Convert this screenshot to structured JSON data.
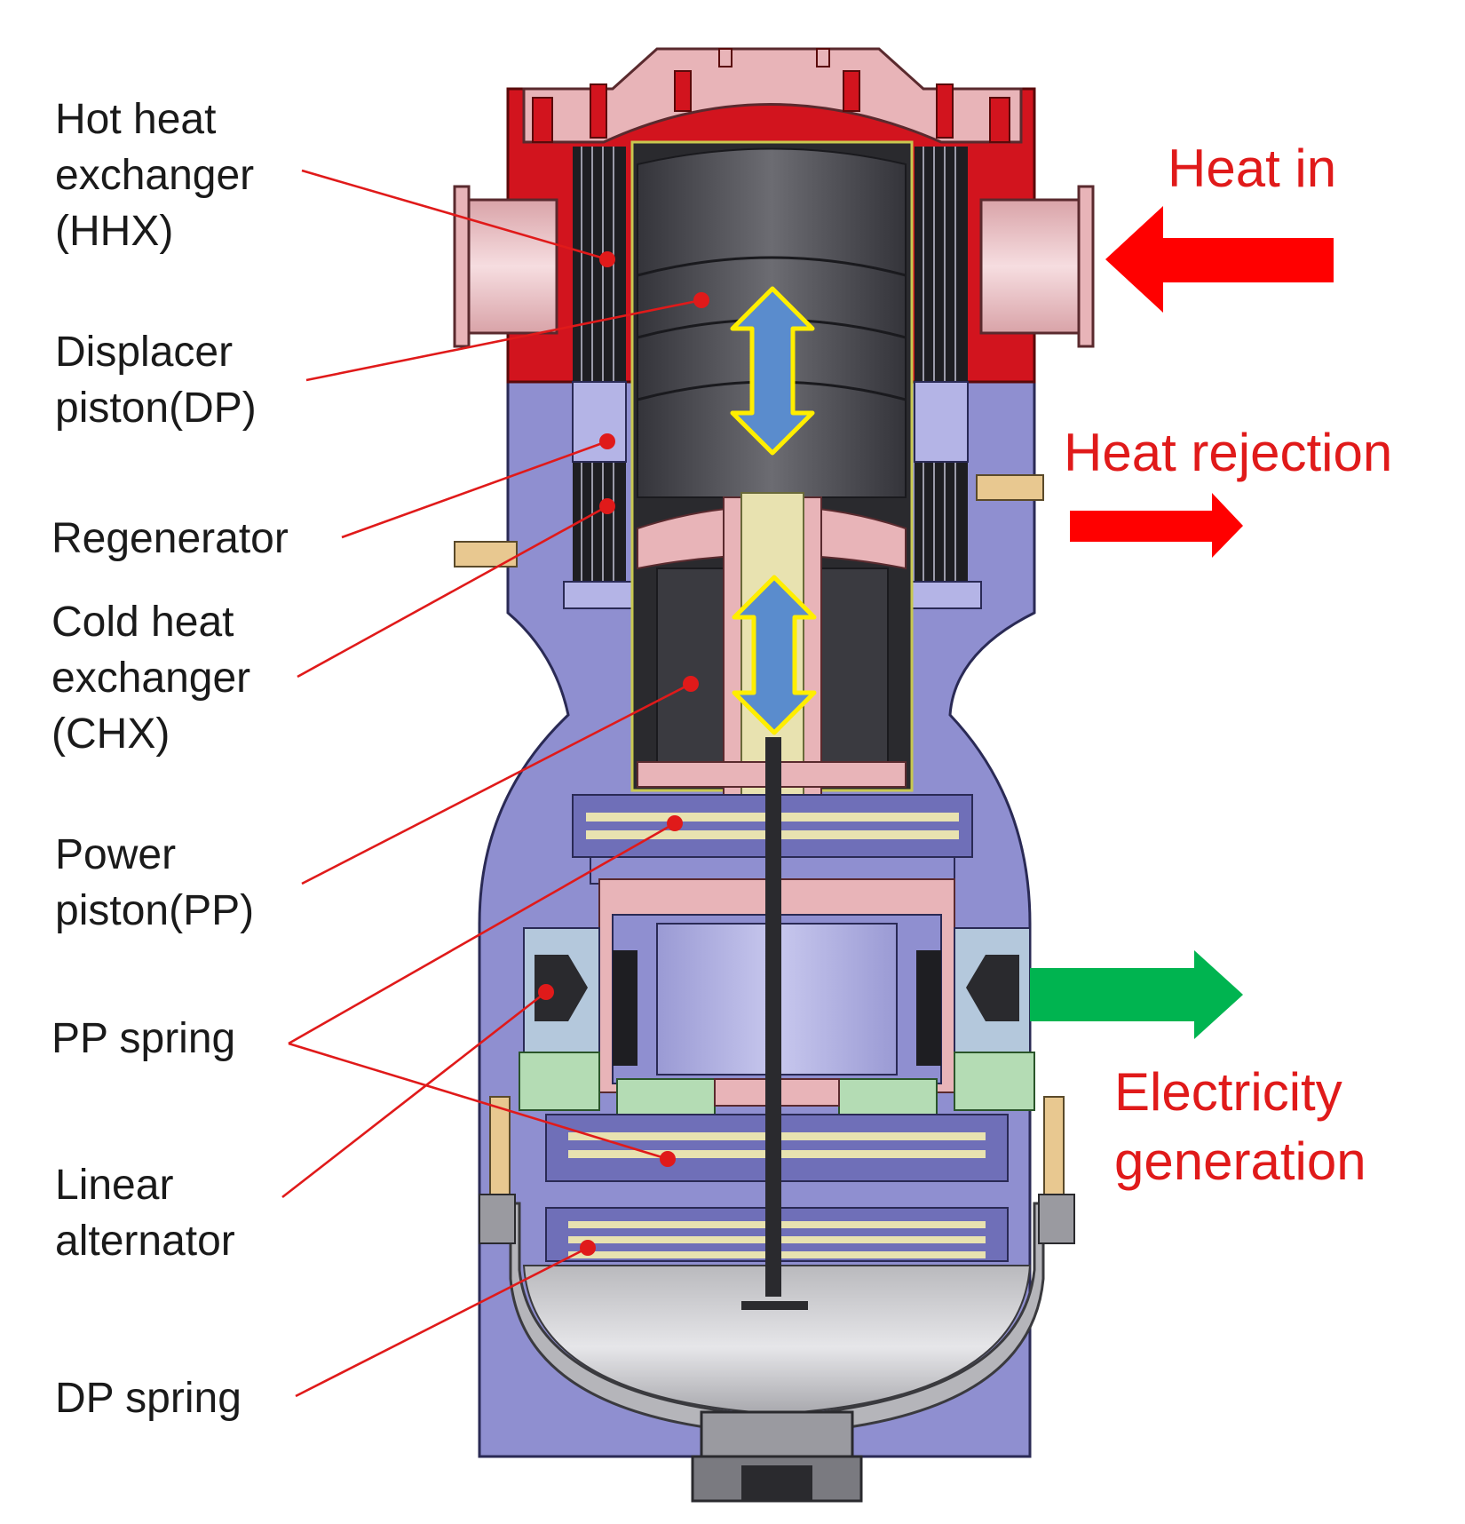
{
  "labels": {
    "hhx": [
      "Hot heat",
      "exchanger",
      "(HHX)"
    ],
    "dp": [
      "Displacer",
      "piston(DP)"
    ],
    "regenerator": [
      "Regenerator"
    ],
    "chx": [
      "Cold heat",
      "exchanger",
      "(CHX)"
    ],
    "pp": [
      "Power",
      "piston(PP)"
    ],
    "pp_spring": [
      "PP spring"
    ],
    "alternator": [
      "Linear",
      "alternator"
    ],
    "dp_spring": [
      "DP spring"
    ]
  },
  "callouts": {
    "heat_in": [
      "Heat in"
    ],
    "heat_rejection": [
      "Heat rejection"
    ],
    "electricity": [
      "Electricity",
      "generation"
    ]
  },
  "colors": {
    "red_flange": "#d2141e",
    "pink_body": "#e8b4b8",
    "blue_body": "#8f8fd0",
    "light_blue": "#b4b4e6",
    "dark_gray": "#404045",
    "green_part": "#b4dcb4",
    "arrow_red": "#ff0000",
    "arrow_green": "#00b450",
    "arrow_blue": "#5a8ccd",
    "arrow_outline": "#ffee00"
  }
}
